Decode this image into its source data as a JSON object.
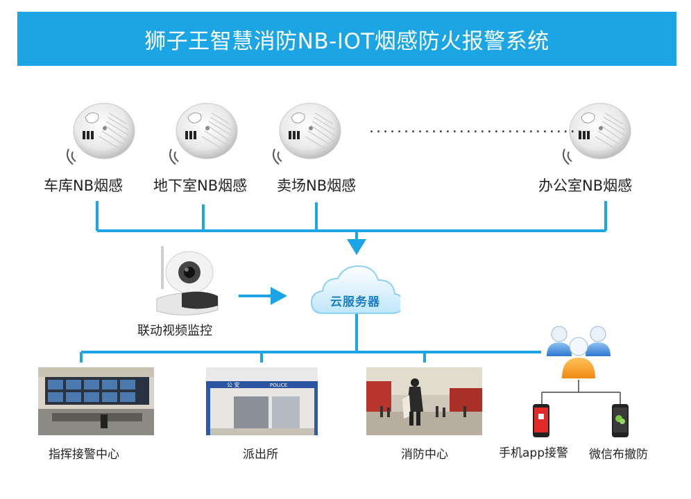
{
  "title": "狮子王智慧消防NB-IOT烟感防火报警系统",
  "detectors": [
    {
      "label": "车库NB烟感"
    },
    {
      "label": "地下室NB烟感"
    },
    {
      "label": "卖场NB烟感"
    },
    {
      "label": "办公室NB烟感"
    }
  ],
  "ellipsis": "...............................",
  "camera": {
    "label": "联动视频监控"
  },
  "cloud": {
    "label": "云服务器"
  },
  "receivers": [
    {
      "label": "指挥接警中心"
    },
    {
      "label": "派出所"
    },
    {
      "label": "消防中心"
    }
  ],
  "station_sign": {
    "left": "公 安",
    "right": "POLICE"
  },
  "mobile": [
    {
      "label": "手机app接警"
    },
    {
      "label": "微信布撤防"
    }
  ],
  "colors": {
    "primary": "#1ba5e4",
    "wire": "#1ba5e4",
    "cloud_text": "#1a7fc7",
    "user_orange": "#f39a1e"
  }
}
